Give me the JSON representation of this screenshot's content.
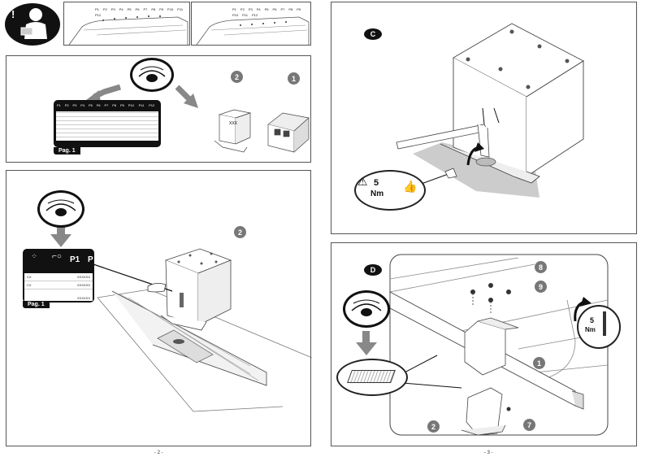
{
  "header": {
    "warning_symbol": "!",
    "roof_labels_left": [
      "P1",
      "P2",
      "P3",
      "P4",
      "P5",
      "P6",
      "P7",
      "P8",
      "P9",
      "P10",
      "P11",
      "P12"
    ],
    "roof_labels_right": [
      "P1",
      "P2",
      "P3",
      "P4",
      "P5",
      "P6",
      "P7",
      "P8",
      "P9",
      "P10",
      "P11",
      "P12"
    ]
  },
  "panel_top": {
    "table_headers": [
      "P1",
      "P2",
      "P3",
      "P4",
      "P5",
      "P6",
      "P7",
      "P8",
      "P9",
      "P10",
      "P11",
      "P12"
    ],
    "page_ref": "Pag. 1",
    "part_numbers": [
      "2",
      "1"
    ]
  },
  "panel_mid": {
    "table_header_p1": "P1",
    "table_header_p": "P",
    "row_labels": [
      "CX",
      "CX"
    ],
    "row_values": [
      "XXXXXX",
      "XXXXXX",
      "XXXXXX"
    ],
    "page_ref": "Pag. 1",
    "part_number": "2"
  },
  "panel_c": {
    "step_label": "C",
    "torque_value": "5",
    "torque_unit": "Nm"
  },
  "panel_d": {
    "step_label": "D",
    "torque_value": "5",
    "torque_unit": "Nm",
    "part_numbers": [
      "8",
      "9",
      "1",
      "2",
      "7"
    ]
  },
  "footer": {
    "page_left": "- 2 -",
    "page_right": "- 3 -"
  }
}
